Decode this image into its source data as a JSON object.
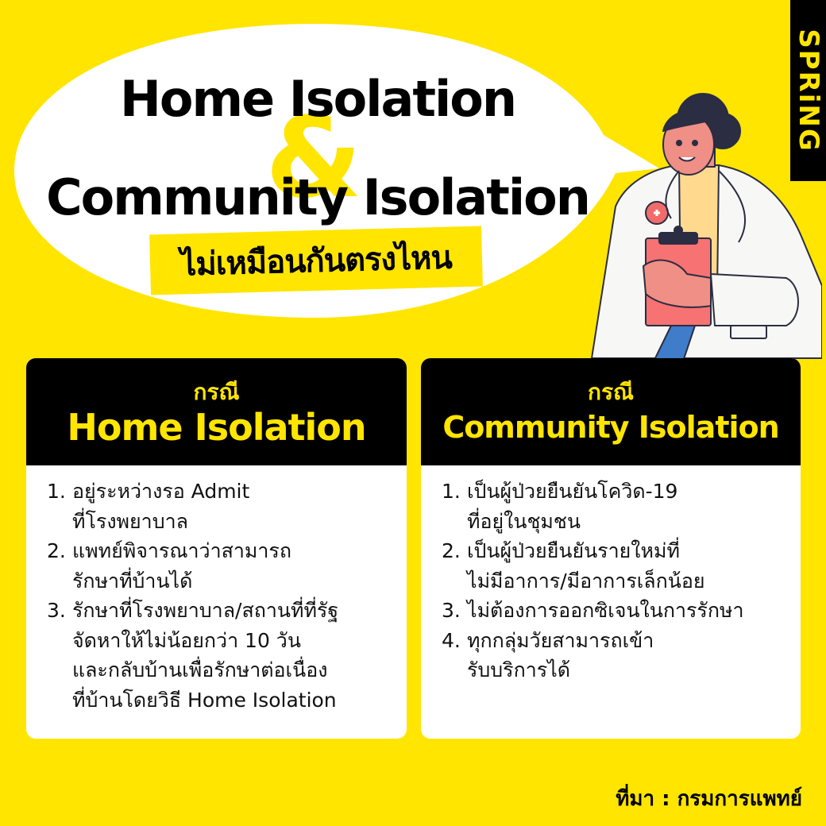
{
  "brand": {
    "logo_text": "SPRiNG",
    "logo_bg": "#000000",
    "logo_fg": "#FFE500"
  },
  "colors": {
    "background": "#FFE500",
    "bubble": "#FFFFFF",
    "card_header_bg": "#000000",
    "card_header_text": "#FFE500",
    "body_text": "#111111"
  },
  "headline": {
    "line1": "Home Isolation",
    "ampersand": "&",
    "line2": "Community Isolation",
    "tag": "ไม่เหมือนกันตรงไหน"
  },
  "illustration": {
    "name": "doctor-holding-clipboard"
  },
  "cards": [
    {
      "kicker": "กรณี",
      "title": "Home Isolation",
      "items": [
        {
          "num": "1.",
          "line1": "อยู่ระหว่างรอ Admit",
          "rest": [
            "ที่โรงพยาบาล"
          ]
        },
        {
          "num": "2.",
          "line1": "แพทย์พิจารณาว่าสามารถ",
          "rest": [
            "รักษาที่บ้านได้"
          ]
        },
        {
          "num": "3.",
          "line1": "รักษาที่โรงพยาบาล/สถานที่ที่รัฐ",
          "rest": [
            "จัดหาให้ไม่น้อยกว่า 10 วัน",
            "และกลับบ้านเพื่อรักษาต่อเนื่อง",
            "ที่บ้านโดยวิธี Home Isolation"
          ]
        }
      ]
    },
    {
      "kicker": "กรณี",
      "title": "Community Isolation",
      "items": [
        {
          "num": "1.",
          "line1": "เป็นผู้ป่วยยืนยันโควิด-19",
          "rest": [
            "ที่อยู่ในชุมชน"
          ]
        },
        {
          "num": "2.",
          "line1": "เป็นผู้ป่วยยืนยันรายใหม่ที่",
          "rest": [
            "ไม่มีอาการ/มีอาการเล็กน้อย"
          ]
        },
        {
          "num": "3.",
          "line1": "ไม่ต้องการออกซิเจนในการรักษา",
          "rest": []
        },
        {
          "num": "4.",
          "line1": "ทุกกลุ่มวัยสามารถเข้า",
          "rest": [
            "รับบริการได้"
          ]
        }
      ]
    }
  ],
  "source": "ที่มา : กรมการแพทย์"
}
